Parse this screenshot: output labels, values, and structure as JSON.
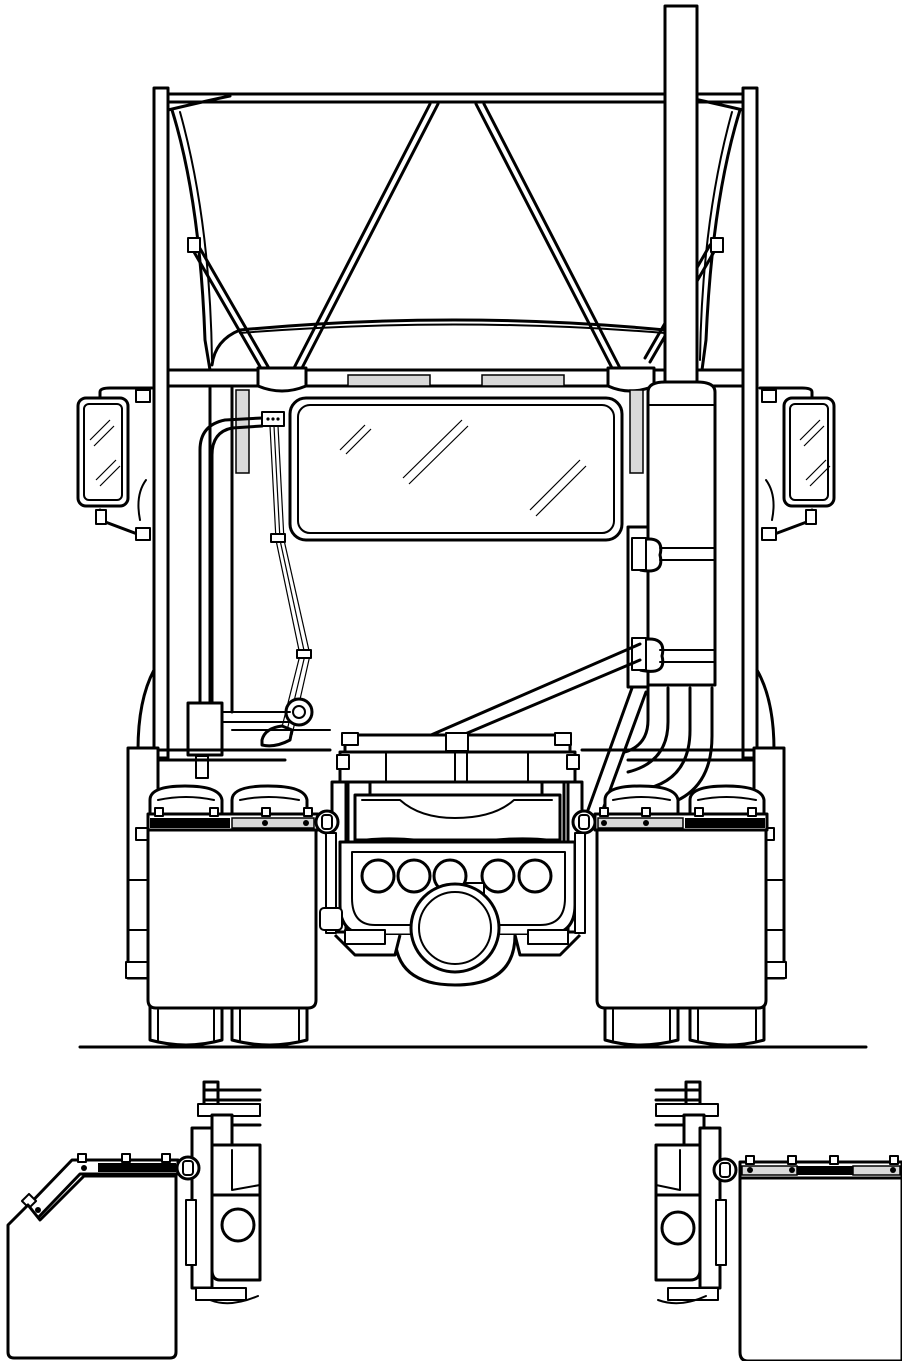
{
  "diagram": {
    "views": [
      {
        "id": "rear-view",
        "parts": [
          "cab",
          "windshield",
          "exhaust-stack",
          "mirror-left",
          "mirror-right",
          "fifth-wheel",
          "light-bar",
          "mud-flap-left",
          "mud-flap-right",
          "tires"
        ]
      },
      {
        "id": "detail-left",
        "parts": [
          "angled-mud-flap-bracket",
          "frame-rail-section"
        ]
      },
      {
        "id": "detail-right",
        "parts": [
          "straight-mud-flap-bracket",
          "frame-rail-section"
        ]
      }
    ],
    "colors": {
      "line": "#000000",
      "fill": "#ffffff",
      "accent": "#d9d9d9"
    }
  }
}
